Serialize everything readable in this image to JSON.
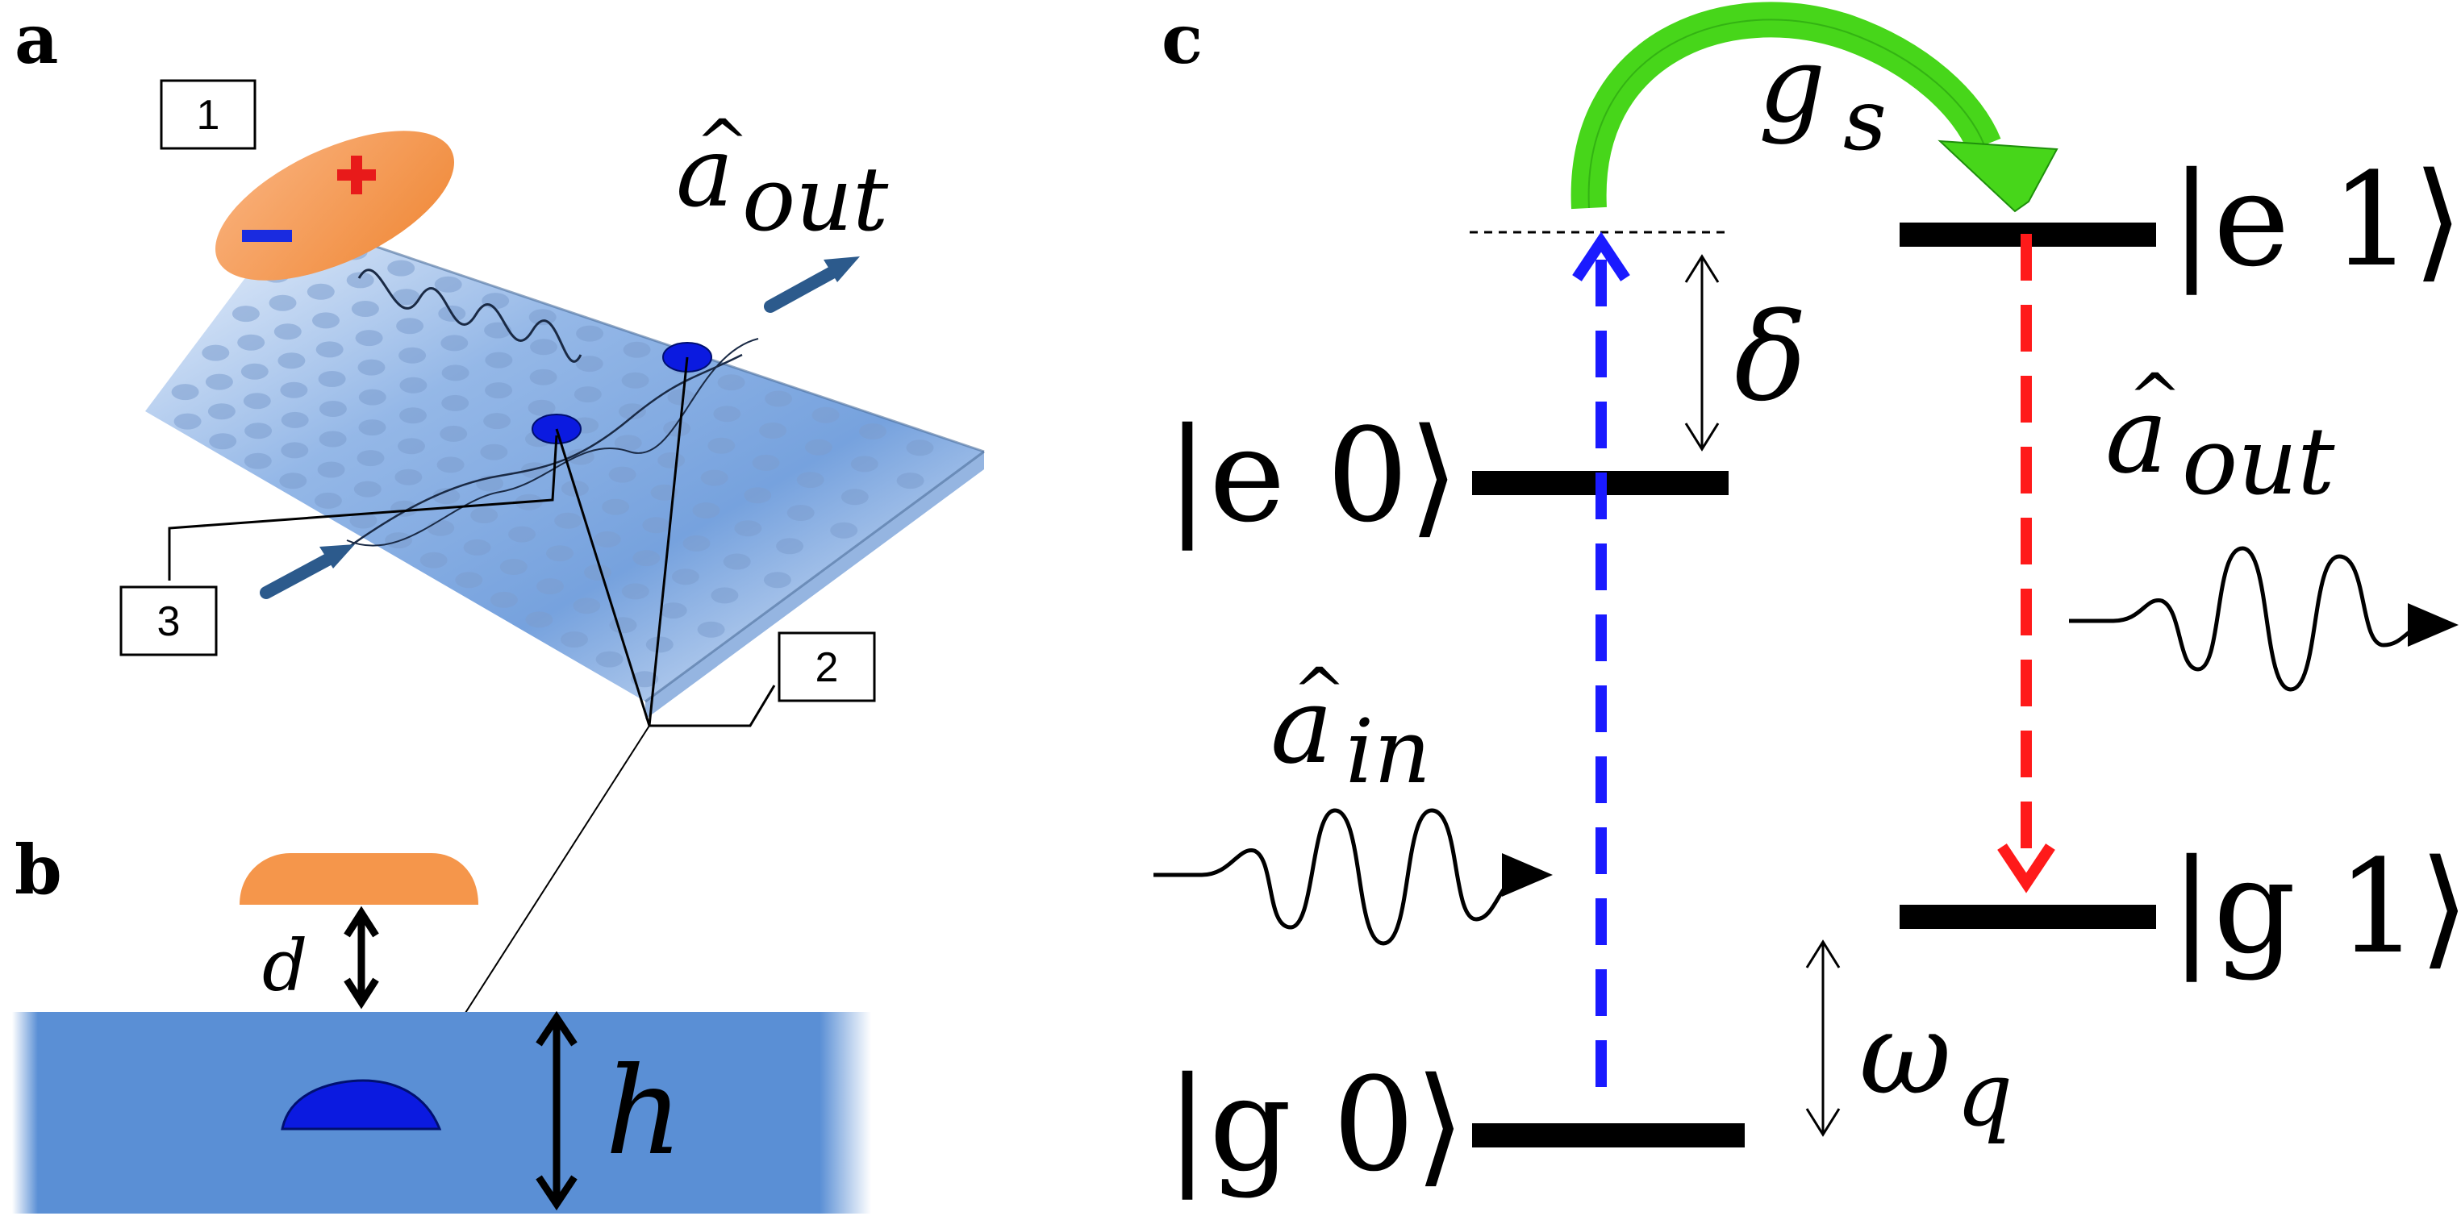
{
  "panels": {
    "a": "a",
    "b": "b",
    "c": "c"
  },
  "callouts": {
    "one": "1",
    "two": "2",
    "three": "3"
  },
  "panel_a": {
    "out_symbol": "a",
    "out_sub": "out",
    "hat": "^"
  },
  "panel_b": {
    "gap": "d",
    "height": "h"
  },
  "panel_c": {
    "coupling": "g",
    "coupling_sub": "s",
    "detuning": "δ",
    "freq": "ω",
    "freq_sub": "q",
    "in_symbol": "a",
    "in_sub": "in",
    "out_symbol": "a",
    "out_sub": "out",
    "hat": "^",
    "states": {
      "e1": "|e 1⟩",
      "e0": "|e 0⟩",
      "g1": "|g 1⟩",
      "g0": "|g 0⟩"
    }
  },
  "colors": {
    "slab": "#5b8fd6",
    "slab_light": "#c9daf3",
    "electrode": "#f5964b",
    "defect": "#0b1ae0",
    "pump": "#1a1aff",
    "emission": "#ff1a1a",
    "coupling_arrow": "#47d61a",
    "beam_arrow": "#2c5a8c",
    "level": "#000000"
  }
}
